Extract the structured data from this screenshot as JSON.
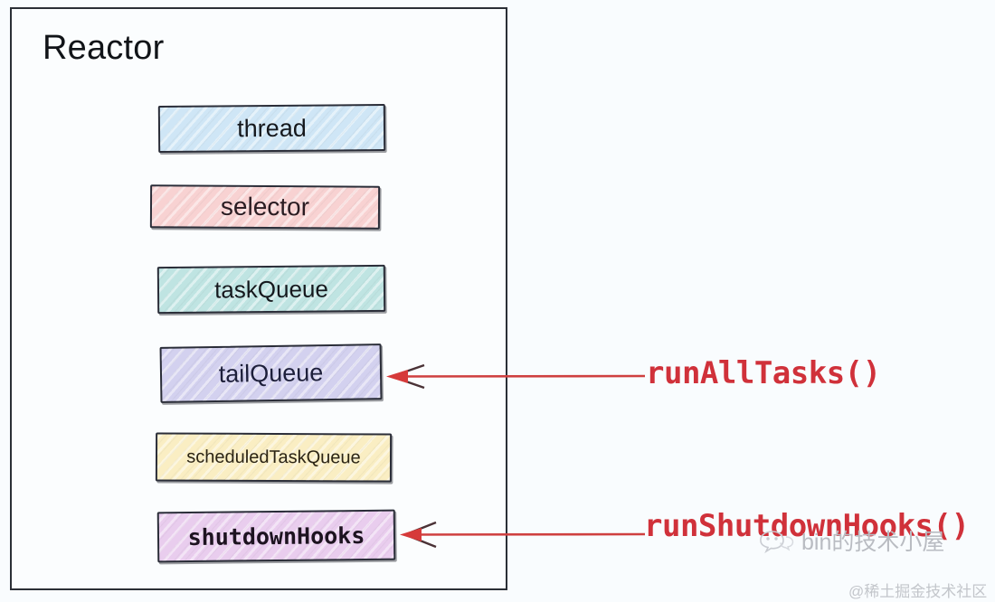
{
  "diagram": {
    "frame_title": "Reactor",
    "background_color": "#f9fcfe",
    "frame_border_color": "#2b2f36",
    "boxes": [
      {
        "id": "thread",
        "label": "thread",
        "fill": "#cfe6f6"
      },
      {
        "id": "selector",
        "label": "selector",
        "fill": "#f8d2d2"
      },
      {
        "id": "taskQueue",
        "label": "taskQueue",
        "fill": "#bfe4e2"
      },
      {
        "id": "tailQueue",
        "label": "tailQueue",
        "fill": "#d3d1ef"
      },
      {
        "id": "scheduledTaskQueue",
        "label": "scheduledTaskQueue",
        "fill": "#faeec3"
      },
      {
        "id": "shutdownHooks",
        "label": "shutdownHooks",
        "fill": "#e9cdee"
      }
    ],
    "annotations": [
      {
        "id": "runAllTasks",
        "label": "runAllTasks()",
        "color": "#d0313a",
        "points_to": "tailQueue"
      },
      {
        "id": "runShutdownHooks",
        "label": "runShutdownHooks()",
        "color": "#d0313a",
        "points_to": "shutdownHooks"
      }
    ],
    "arrow_color": "#d0313a"
  },
  "watermark": {
    "icon": "wechat-smiley-icon",
    "main_text": "bin的技术小屋",
    "sub_text": "@稀土掘金技术社区"
  }
}
